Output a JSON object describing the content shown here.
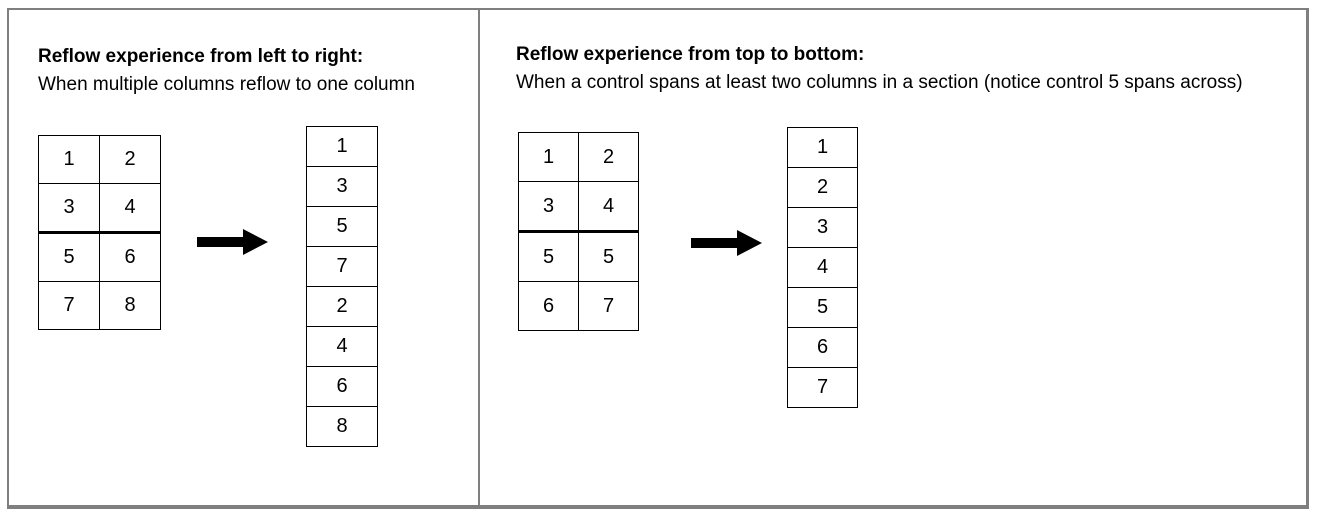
{
  "panels": [
    {
      "title": "Reflow experience from left to right:",
      "subtitle": "When multiple columns reflow to one column",
      "grid": {
        "columns": 2,
        "section_break_after_row": 2,
        "rows": [
          [
            "1",
            "2"
          ],
          [
            "3",
            "4"
          ],
          [
            "5",
            "6"
          ],
          [
            "7",
            "8"
          ]
        ]
      },
      "arrow_icon": "right-arrow",
      "column": [
        "1",
        "3",
        "5",
        "7",
        "2",
        "4",
        "6",
        "8"
      ]
    },
    {
      "title": "Reflow experience from top to bottom:",
      "subtitle": "When a control spans at least two columns in a section (notice control 5 spans across)",
      "grid": {
        "columns": 2,
        "section_break_after_row": 2,
        "rows": [
          [
            "1",
            "2"
          ],
          [
            "3",
            "4"
          ],
          [
            "5",
            "5"
          ],
          [
            "6",
            "7"
          ]
        ]
      },
      "arrow_icon": "right-arrow",
      "column": [
        "1",
        "2",
        "3",
        "4",
        "5",
        "6",
        "7"
      ]
    }
  ],
  "colors": {
    "background": "#ffffff",
    "text": "#000000",
    "grid_line": "#000000",
    "arrow": "#000000",
    "frame_border": "#7f7f7f"
  }
}
